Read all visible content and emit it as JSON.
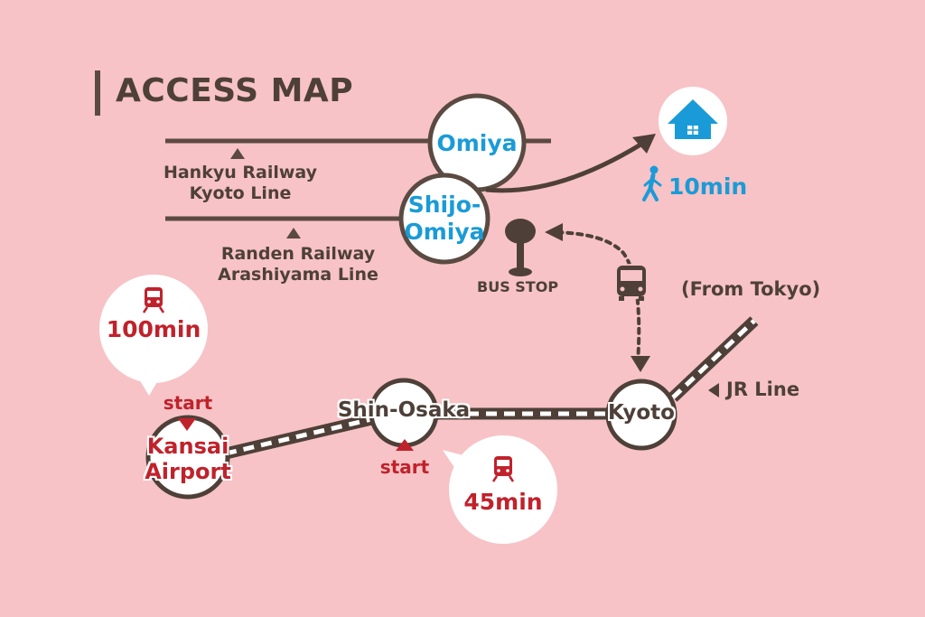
{
  "title": "ACCESS MAP",
  "stations": {
    "omiya": "Omiya",
    "shijo_omiya_line1": "Shijo-",
    "shijo_omiya_line2": "Omiya",
    "shin_osaka": "Shin-Osaka",
    "kyoto": "Kyoto",
    "kansai_line1": "Kansai",
    "kansai_line2": "Airport"
  },
  "lines": {
    "hankyu_line1": "Hankyu Railway",
    "hankyu_line2": "Kyoto Line",
    "randen_line1": "Randen Railway",
    "randen_line2": "Arashiyama Line",
    "jr_line": "JR Line",
    "from_tokyo": "(From Tokyo)"
  },
  "bus_stop": "BUS STOP",
  "times": {
    "walk": "10min",
    "kansai_train": "100min",
    "shin_osaka_train": "45min"
  },
  "start_labels": {
    "kansai": "start",
    "shin_osaka": "start"
  },
  "colors": {
    "background": "#f7c3c6",
    "dark": "#4e4038",
    "blue": "#1a9bd7",
    "red": "#c0222b",
    "white": "#ffffff"
  }
}
